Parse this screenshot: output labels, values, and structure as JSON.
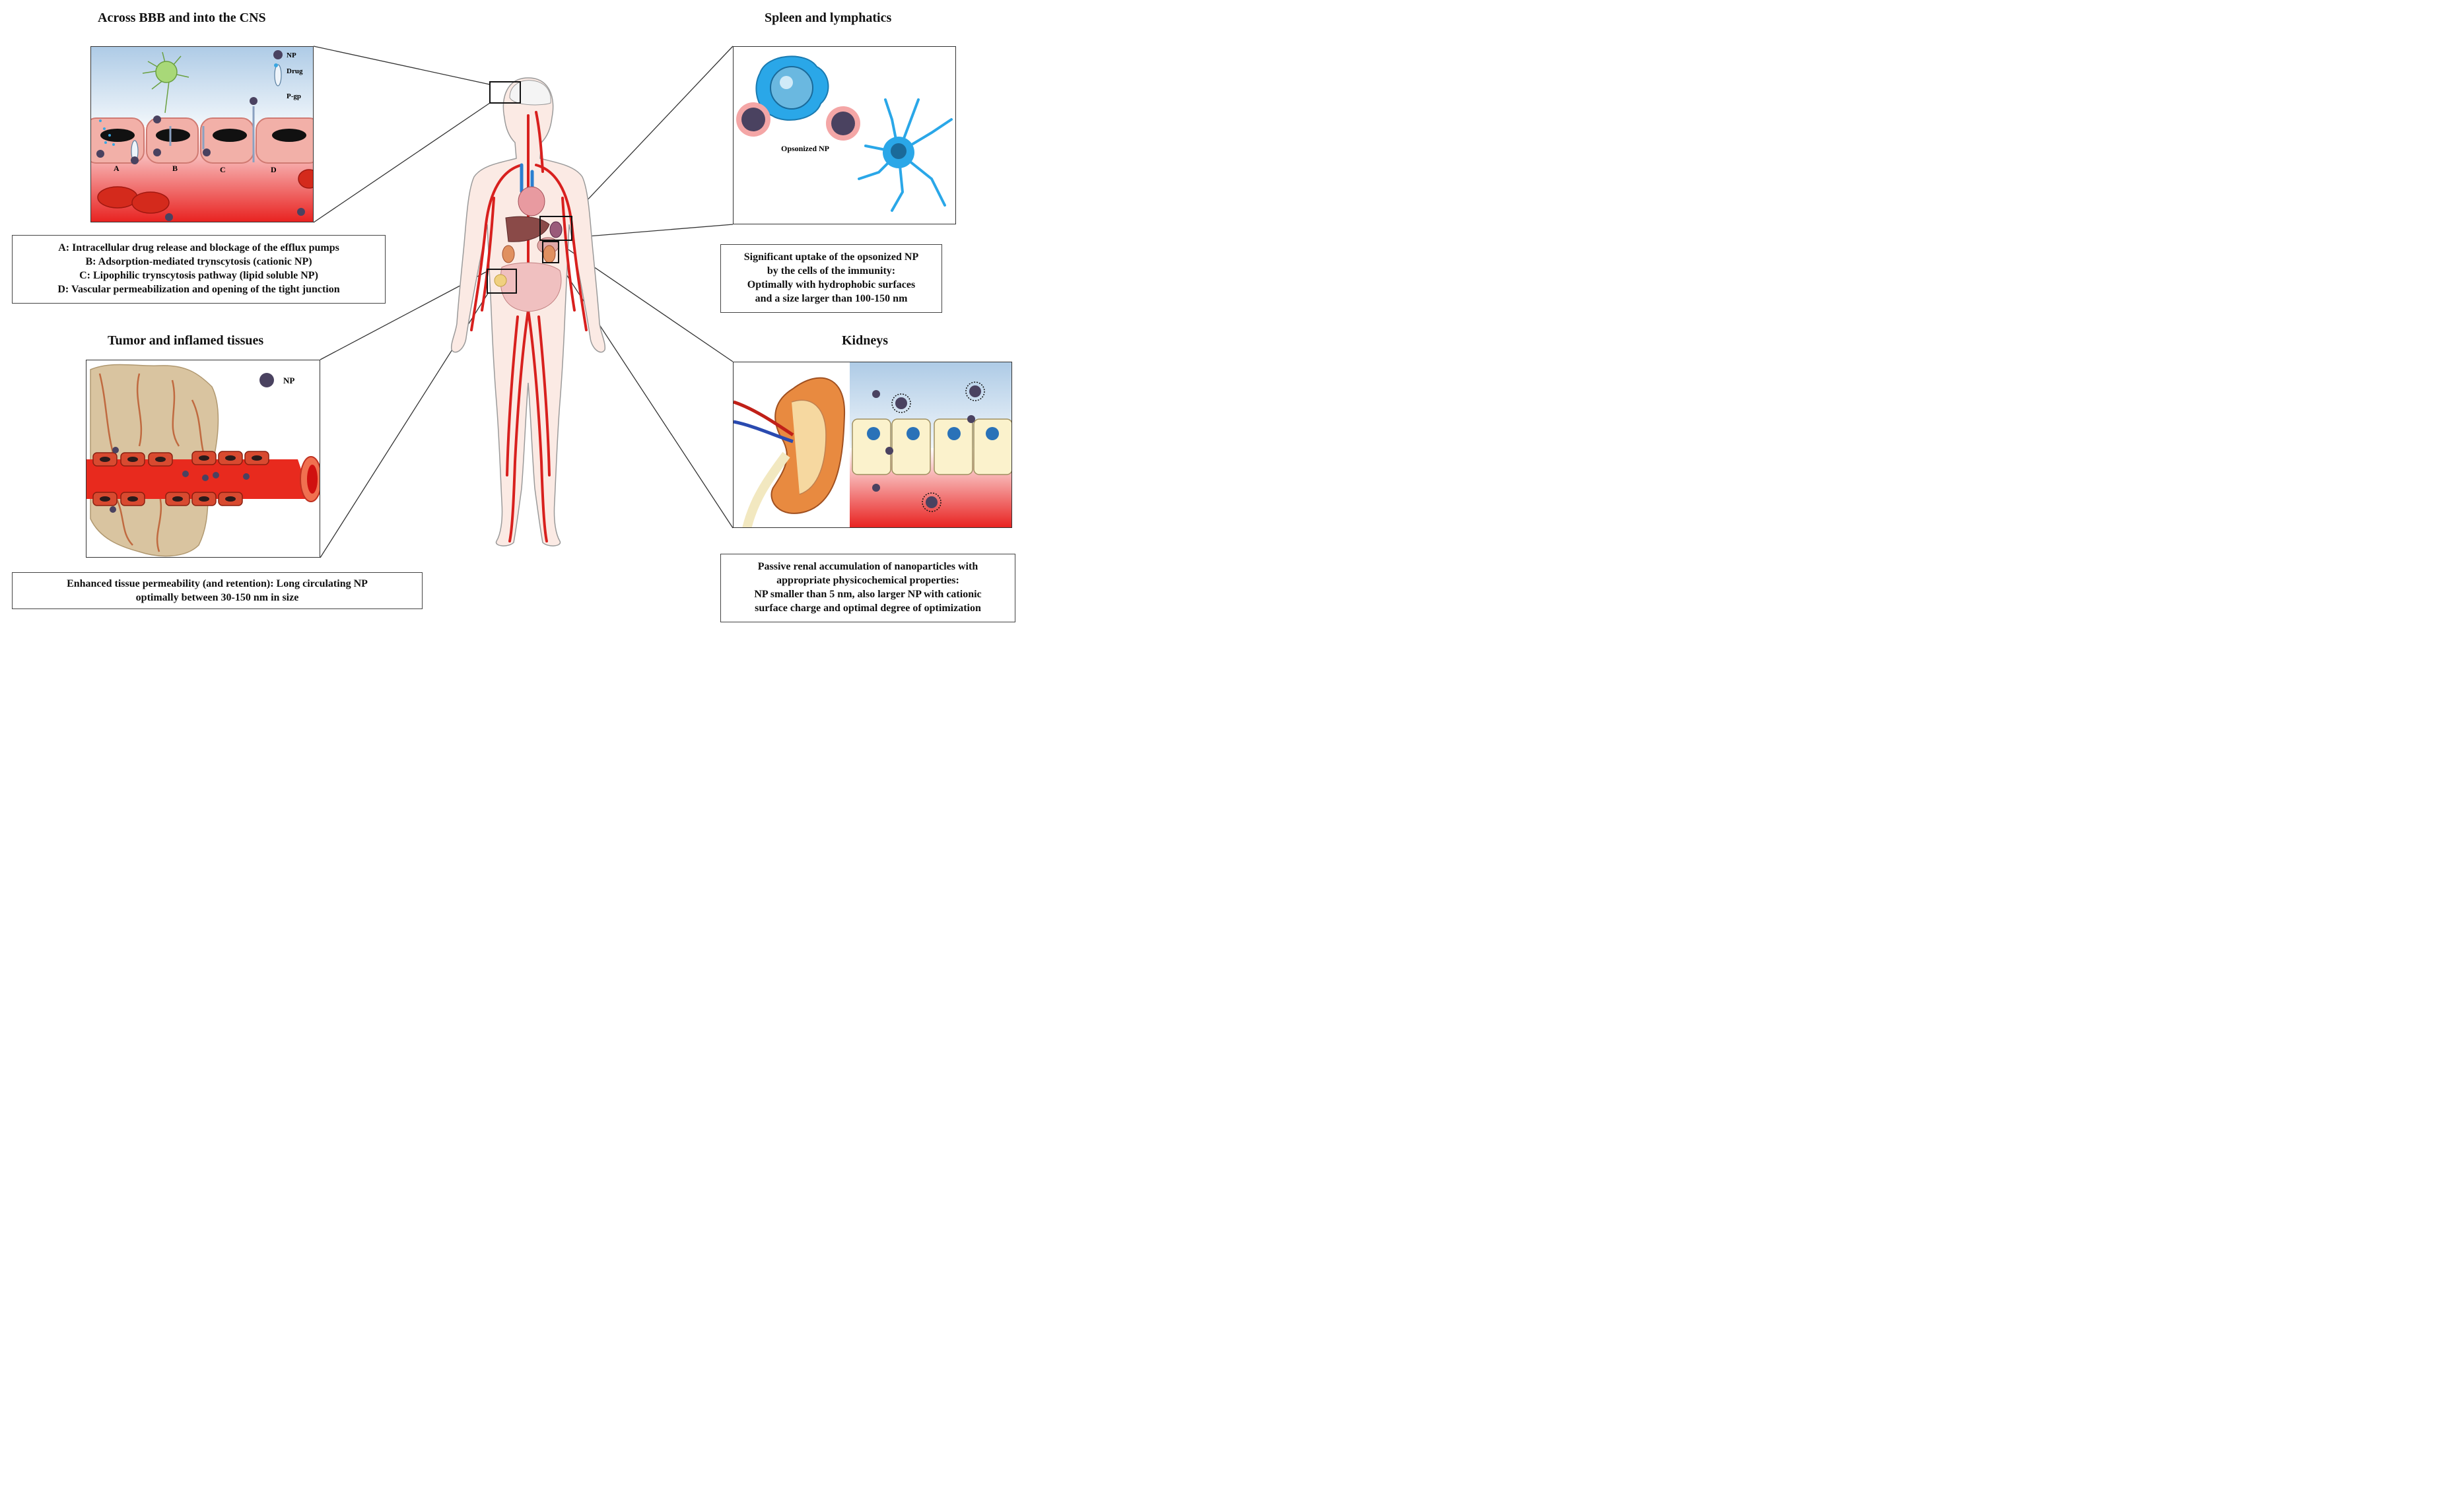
{
  "panels": {
    "bbb": {
      "title": "Across BBB and into the CNS",
      "legend": {
        "np": "NP",
        "drug": "Drug",
        "pgp": "P-gp"
      },
      "pathway_letters": [
        "A",
        "B",
        "C",
        "D"
      ],
      "caption_lines": [
        "A: Intracellular drug release and blockage of the efflux pumps",
        "B: Adsorption-mediated trynscytosis (cationic NP)",
        "C: Lipophilic trynscytosis pathway (lipid soluble NP)",
        "D: Vascular permeabilization and opening of the tight junction"
      ]
    },
    "spleen": {
      "title": "Spleen and lymphatics",
      "label": "Opsonized NP",
      "caption_lines": [
        "Significant uptake of the opsonized NP",
        "by the cells of the immunity:",
        "Optimally with hydrophobic surfaces",
        "and a size larger than 100-150 nm"
      ]
    },
    "tumor": {
      "title": "Tumor and inflamed tissues",
      "legend": {
        "np": "NP"
      },
      "caption_lines": [
        "Enhanced tissue permeability (and retention): Long circulating NP",
        "optimally between 30-150 nm in size"
      ]
    },
    "kidneys": {
      "title": "Kidneys",
      "caption_lines": [
        "Passive renal accumulation of nanoparticles with",
        "appropriate physicochemical properties:",
        "NP smaller than 5 nm, also larger NP with cationic",
        "surface charge and optimal degree of optimization"
      ]
    }
  },
  "colors": {
    "vessel_red": "#d8201e",
    "vein_blue": "#2a7fd0",
    "np_purple": "#4a4260",
    "tissue_tan": "#d9c4a0",
    "immune_blue": "#2aa7e8",
    "body_outline": "#9a9a9a"
  }
}
